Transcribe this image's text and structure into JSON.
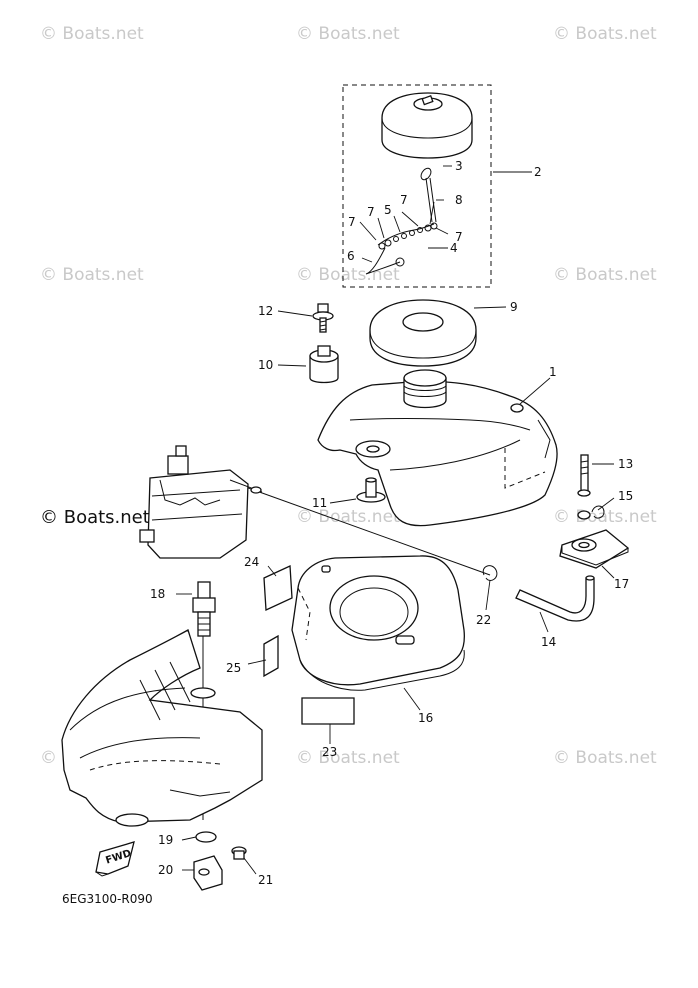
{
  "watermark": "© Boats.net",
  "diagram_code": "6EG3100-R090",
  "fwd_label": "FWD",
  "callouts": [
    "1",
    "2",
    "3",
    "4",
    "5",
    "6",
    "7",
    "8",
    "9",
    "10",
    "11",
    "12",
    "13",
    "14",
    "15",
    "16",
    "17",
    "18",
    "19",
    "20",
    "21",
    "22",
    "23",
    "24",
    "25"
  ]
}
